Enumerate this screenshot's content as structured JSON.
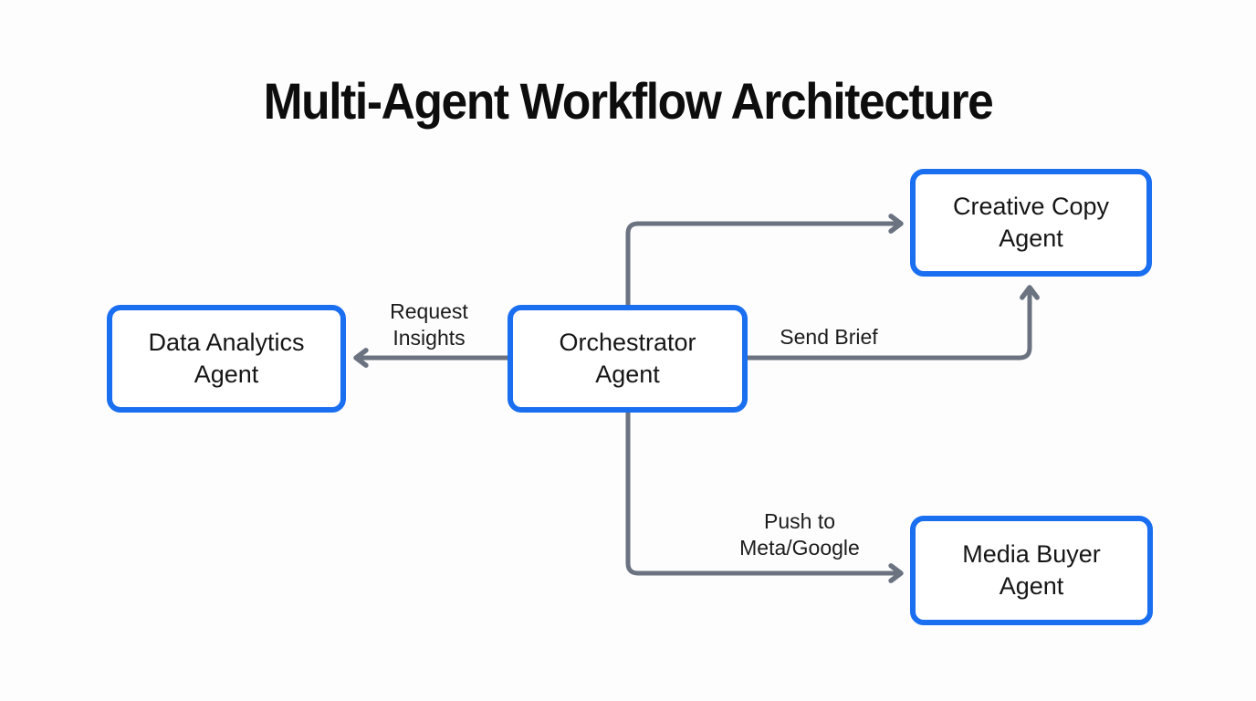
{
  "diagram": {
    "title": "Multi-Agent Workflow Architecture",
    "colors": {
      "background": "#fdfdfd",
      "node_border": "#1a6ef0",
      "node_fill": "#ffffff",
      "connector": "#6b7280",
      "node_text": "#161616",
      "label_text": "#1c1c1c",
      "title_text": "#0d0d0d"
    },
    "nodes": {
      "orchestrator": {
        "label": "Orchestrator Agent"
      },
      "data_analytics": {
        "label": "Data Analytics Agent"
      },
      "creative_copy": {
        "label": "Creative Copy Agent"
      },
      "media_buyer": {
        "label": "Media Buyer Agent"
      }
    },
    "edges": {
      "request_insights": {
        "label": "Request Insights",
        "from": "orchestrator",
        "to": "data_analytics"
      },
      "dispatch_copy": {
        "label": "",
        "from": "orchestrator",
        "to": "creative_copy"
      },
      "send_brief": {
        "label": "Send Brief",
        "from": "orchestrator",
        "to": "creative_copy"
      },
      "push_to_media": {
        "label": "Push to Meta/Google",
        "from": "orchestrator",
        "to": "media_buyer"
      }
    }
  }
}
